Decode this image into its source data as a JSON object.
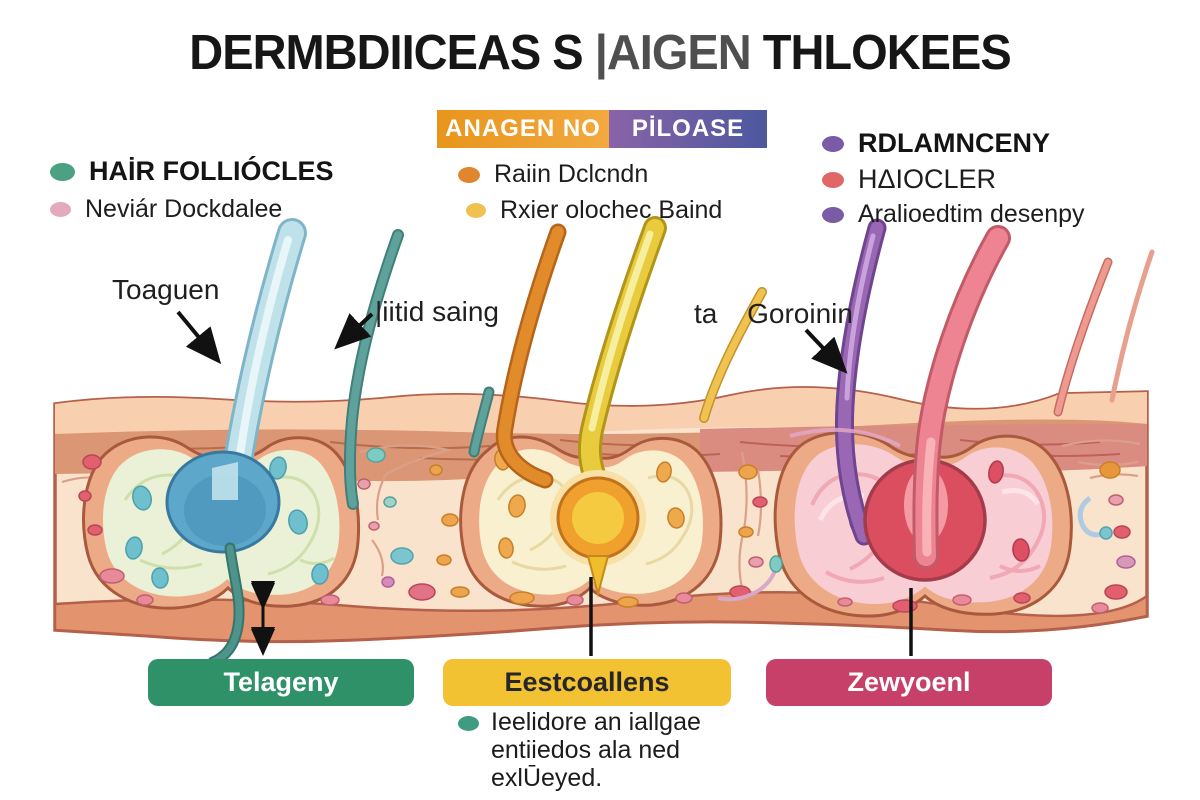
{
  "title": {
    "segments": [
      {
        "text": "DERMBDIICEAS S ",
        "color": "#161616"
      },
      {
        "text": "|AIGEN ",
        "color": "#4f4f4f"
      },
      {
        "text": "THLOKEES",
        "color": "#161616"
      }
    ]
  },
  "legend_left": {
    "items": [
      {
        "bullet_color": "#4da183",
        "label": "HAİR FOLLIÓCLES",
        "bold": true
      },
      {
        "bullet_color": "#e4a9ba",
        "label": "Neviár Dockdalee",
        "bold": false
      }
    ]
  },
  "phase_badge": {
    "left_text": "ANAGEN NO",
    "left_bg": "#ef9f2e",
    "right_text": "PİLOASE",
    "right_bg": "#4c589e"
  },
  "legend_mid": {
    "items": [
      {
        "bullet_color": "#e0862c",
        "label": "Raiin Dclcndn"
      },
      {
        "bullet_color": "#f0c050",
        "label": "Rxier olochec Baind"
      }
    ]
  },
  "legend_right": {
    "items": [
      {
        "bullet_color": "#7a5ba6",
        "label": "RDLAMNCENY",
        "bold": true
      },
      {
        "bullet_color": "#e06668",
        "label": "HΔIOCLER",
        "bold": false
      },
      {
        "bullet_color": "#7a5ba6",
        "label": "Aralioedtim desenpy",
        "bold": false
      }
    ]
  },
  "callouts": {
    "telogen_label": "Toaguen",
    "catagen_label": "|iitid saing",
    "anagen_label": "ta Goroinin"
  },
  "bars": {
    "items": [
      {
        "label": "Telageny",
        "bg": "#2f9168",
        "text_color": "#ffffff"
      },
      {
        "label": "Eestcoallens",
        "bg": "#f2c232",
        "text_color": "#272727"
      },
      {
        "label": "Zewyoenl",
        "bg": "#c64069",
        "text_color": "#ffffff"
      }
    ]
  },
  "caption": {
    "bullet_color": "#3f9c82",
    "lines": [
      "Ieelidore an iallgae",
      "entiiedos ala ned",
      "exlŪeyed."
    ]
  },
  "palette": {
    "skin_base": "#fae3cc",
    "epidermis_top": "#f8d0b0",
    "subepidermis_left": "#db9775",
    "subepidermis_right": "#db8c80",
    "skin_outline": "#b5604a",
    "bottom_band": "#e4936f",
    "pocket_ring": "#edaa87",
    "pocket_left_fill": "#ebf1d6",
    "pocket_mid_fill": "#f9f0d0",
    "pocket_right_fill": "#f8cdd3",
    "bulb_blue": "#5ca7ca",
    "bulb_orange": "#efa02d",
    "bulb_red": "#db4e60",
    "hair_light_blue": "#bfe2ea",
    "hair_teal": "#5fa19b",
    "hair_orange": "#e28b2a",
    "hair_yellow": "#e9cc3e",
    "hair_purple": "#9a67b4",
    "hair_red": "#ee8491",
    "arrow_color": "#111111"
  }
}
